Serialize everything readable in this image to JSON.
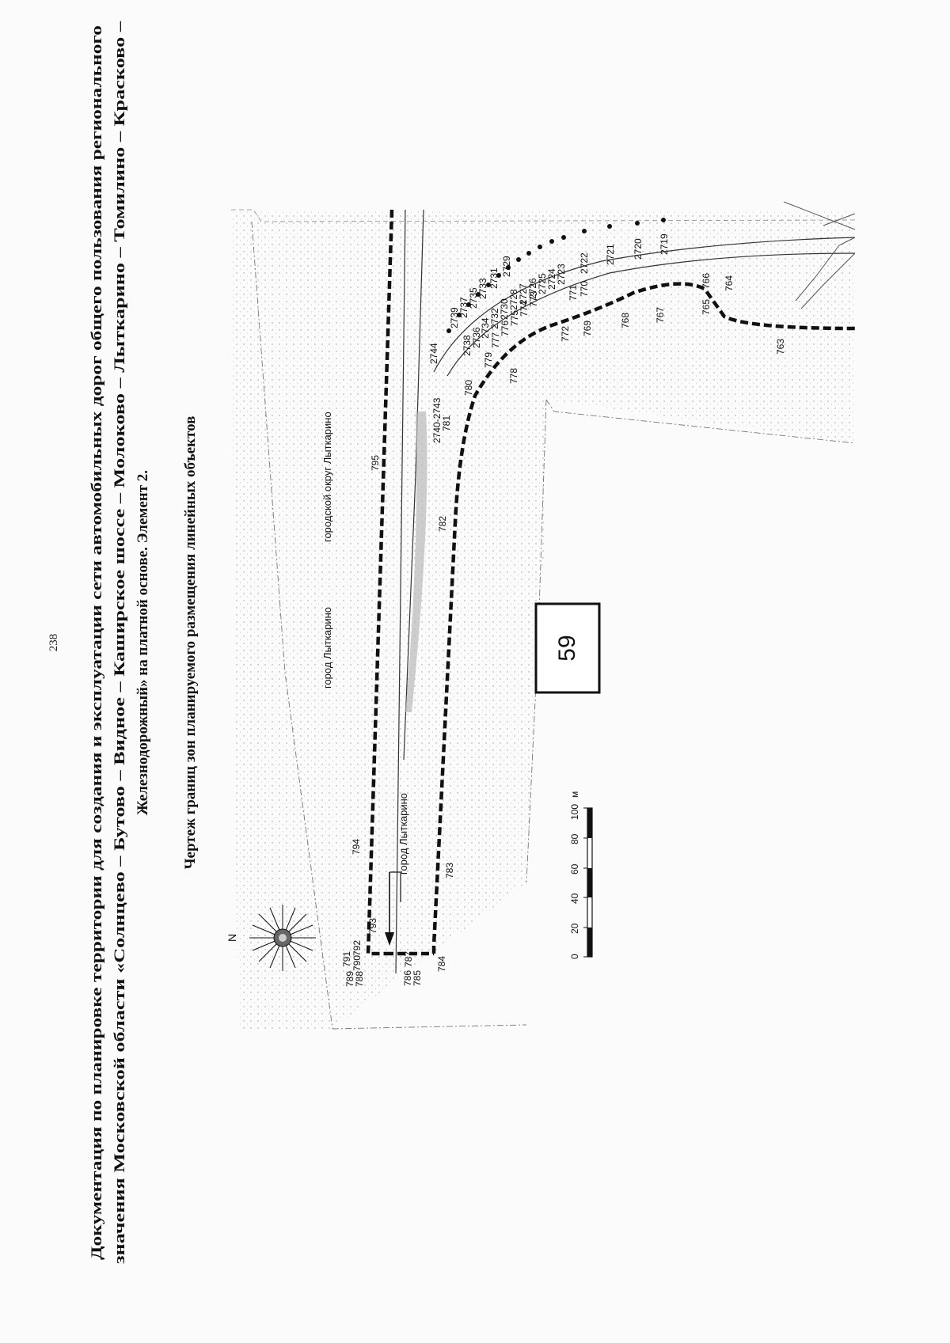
{
  "page_number": "238",
  "header": {
    "line1": "Документация по планировке территории для создания и эксплуатации сети автомобильных дорог общего пользования регионального",
    "line2": "значения Московской области «Солнцево – Бутово – Видное – Каширское шоссе – Молоково – Лыткарино – Томилино – Красково –",
    "line3": "Железнодорожный» на платной основе. Элемент 2."
  },
  "map_title": "Чертеж границ зон планируемого размещения линейных объектов",
  "sheet_number": "59",
  "compass_label": "N",
  "area_labels": {
    "city_top": "город Лыткарино",
    "district": "городской округ Лыткарино",
    "city_bottom": "город Лыткарино"
  },
  "scale_bar": {
    "ticks": [
      "0",
      "20",
      "40",
      "60",
      "80",
      "100"
    ],
    "unit": "м"
  },
  "zone_points": [
    {
      "id": "795"
    },
    {
      "id": "794"
    },
    {
      "id": "793"
    },
    {
      "id": "792"
    },
    {
      "id": "791"
    },
    {
      "id": "790"
    },
    {
      "id": "789"
    },
    {
      "id": "788"
    },
    {
      "id": "787"
    },
    {
      "id": "786"
    },
    {
      "id": "785"
    },
    {
      "id": "784"
    },
    {
      "id": "783"
    },
    {
      "id": "782"
    },
    {
      "id": "781"
    },
    {
      "id": "780"
    },
    {
      "id": "779"
    },
    {
      "id": "778"
    },
    {
      "id": "777"
    },
    {
      "id": "776"
    },
    {
      "id": "775"
    },
    {
      "id": "774"
    },
    {
      "id": "773"
    },
    {
      "id": "772"
    },
    {
      "id": "771"
    },
    {
      "id": "770"
    },
    {
      "id": "769"
    },
    {
      "id": "768"
    },
    {
      "id": "767"
    },
    {
      "id": "766"
    },
    {
      "id": "765"
    },
    {
      "id": "764"
    },
    {
      "id": "763"
    }
  ],
  "corridor_points": [
    {
      "id": "2744"
    },
    {
      "id": "2740-2743"
    },
    {
      "id": "2739"
    },
    {
      "id": "2738"
    },
    {
      "id": "2737"
    },
    {
      "id": "2736"
    },
    {
      "id": "2735"
    },
    {
      "id": "2734"
    },
    {
      "id": "2733"
    },
    {
      "id": "2732"
    },
    {
      "id": "2731"
    },
    {
      "id": "2730"
    },
    {
      "id": "2729"
    },
    {
      "id": "2728"
    },
    {
      "id": "2727"
    },
    {
      "id": "2726"
    },
    {
      "id": "2725"
    },
    {
      "id": "2724"
    },
    {
      "id": "2723"
    },
    {
      "id": "2722"
    },
    {
      "id": "2721"
    },
    {
      "id": "2720"
    },
    {
      "id": "2719"
    }
  ],
  "colors": {
    "boundary": "#111111",
    "road": "#333333",
    "shading": "#b9b9b9"
  }
}
